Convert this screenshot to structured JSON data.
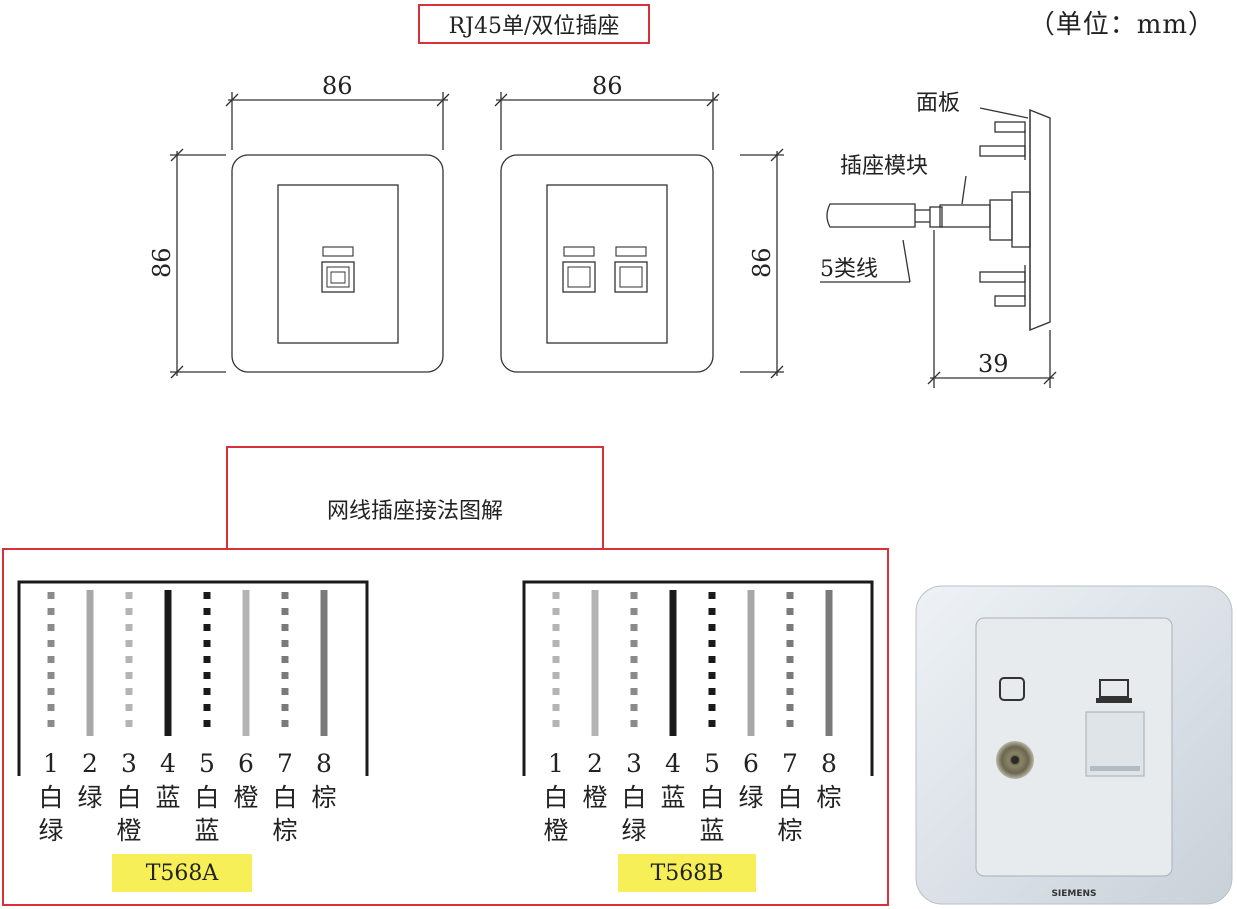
{
  "title": "RJ45单/双位插座",
  "unit_note": "（单位：mm）",
  "dims": {
    "single_width": "86",
    "single_height": "86",
    "double_width": "86",
    "double_height": "86",
    "side_depth": "39"
  },
  "side_labels": {
    "panel": "面板",
    "module": "插座模块",
    "cable": "5类线"
  },
  "wiring_title": "网线插座接法图解",
  "t568a": {
    "label": "T568A",
    "pins": [
      {
        "num": "1",
        "line1": "白",
        "line2": "绿",
        "style": "dashed",
        "color": "#8a8a8a"
      },
      {
        "num": "2",
        "line1": "绿",
        "line2": "",
        "style": "solid",
        "color": "#a8a8a8"
      },
      {
        "num": "3",
        "line1": "白",
        "line2": "橙",
        "style": "dashed",
        "color": "#b4b4b4"
      },
      {
        "num": "4",
        "line1": "蓝",
        "line2": "",
        "style": "solid",
        "color": "#1a1a1a"
      },
      {
        "num": "5",
        "line1": "白",
        "line2": "蓝",
        "style": "dashed",
        "color": "#1a1a1a"
      },
      {
        "num": "6",
        "line1": "橙",
        "line2": "",
        "style": "solid",
        "color": "#b4b4b4"
      },
      {
        "num": "7",
        "line1": "白",
        "line2": "棕",
        "style": "dashed",
        "color": "#7a7a7a"
      },
      {
        "num": "8",
        "line1": "棕",
        "line2": "",
        "style": "solid",
        "color": "#7a7a7a"
      }
    ]
  },
  "t568b": {
    "label": "T568B",
    "pins": [
      {
        "num": "1",
        "line1": "白",
        "line2": "橙",
        "style": "dashed",
        "color": "#b4b4b4"
      },
      {
        "num": "2",
        "line1": "橙",
        "line2": "",
        "style": "solid",
        "color": "#b4b4b4"
      },
      {
        "num": "3",
        "line1": "白",
        "line2": "绿",
        "style": "dashed",
        "color": "#8a8a8a"
      },
      {
        "num": "4",
        "line1": "蓝",
        "line2": "",
        "style": "solid",
        "color": "#1a1a1a"
      },
      {
        "num": "5",
        "line1": "白",
        "line2": "蓝",
        "style": "dashed",
        "color": "#1a1a1a"
      },
      {
        "num": "6",
        "line1": "绿",
        "line2": "",
        "style": "solid",
        "color": "#a8a8a8"
      },
      {
        "num": "7",
        "line1": "白",
        "line2": "棕",
        "style": "dashed",
        "color": "#7a7a7a"
      },
      {
        "num": "8",
        "line1": "棕",
        "line2": "",
        "style": "solid",
        "color": "#7a7a7a"
      }
    ]
  },
  "photo": {
    "brand": "SIEMENS"
  },
  "colors": {
    "frame_red": "#d9313a",
    "label_yellow": "#f7ef57"
  }
}
